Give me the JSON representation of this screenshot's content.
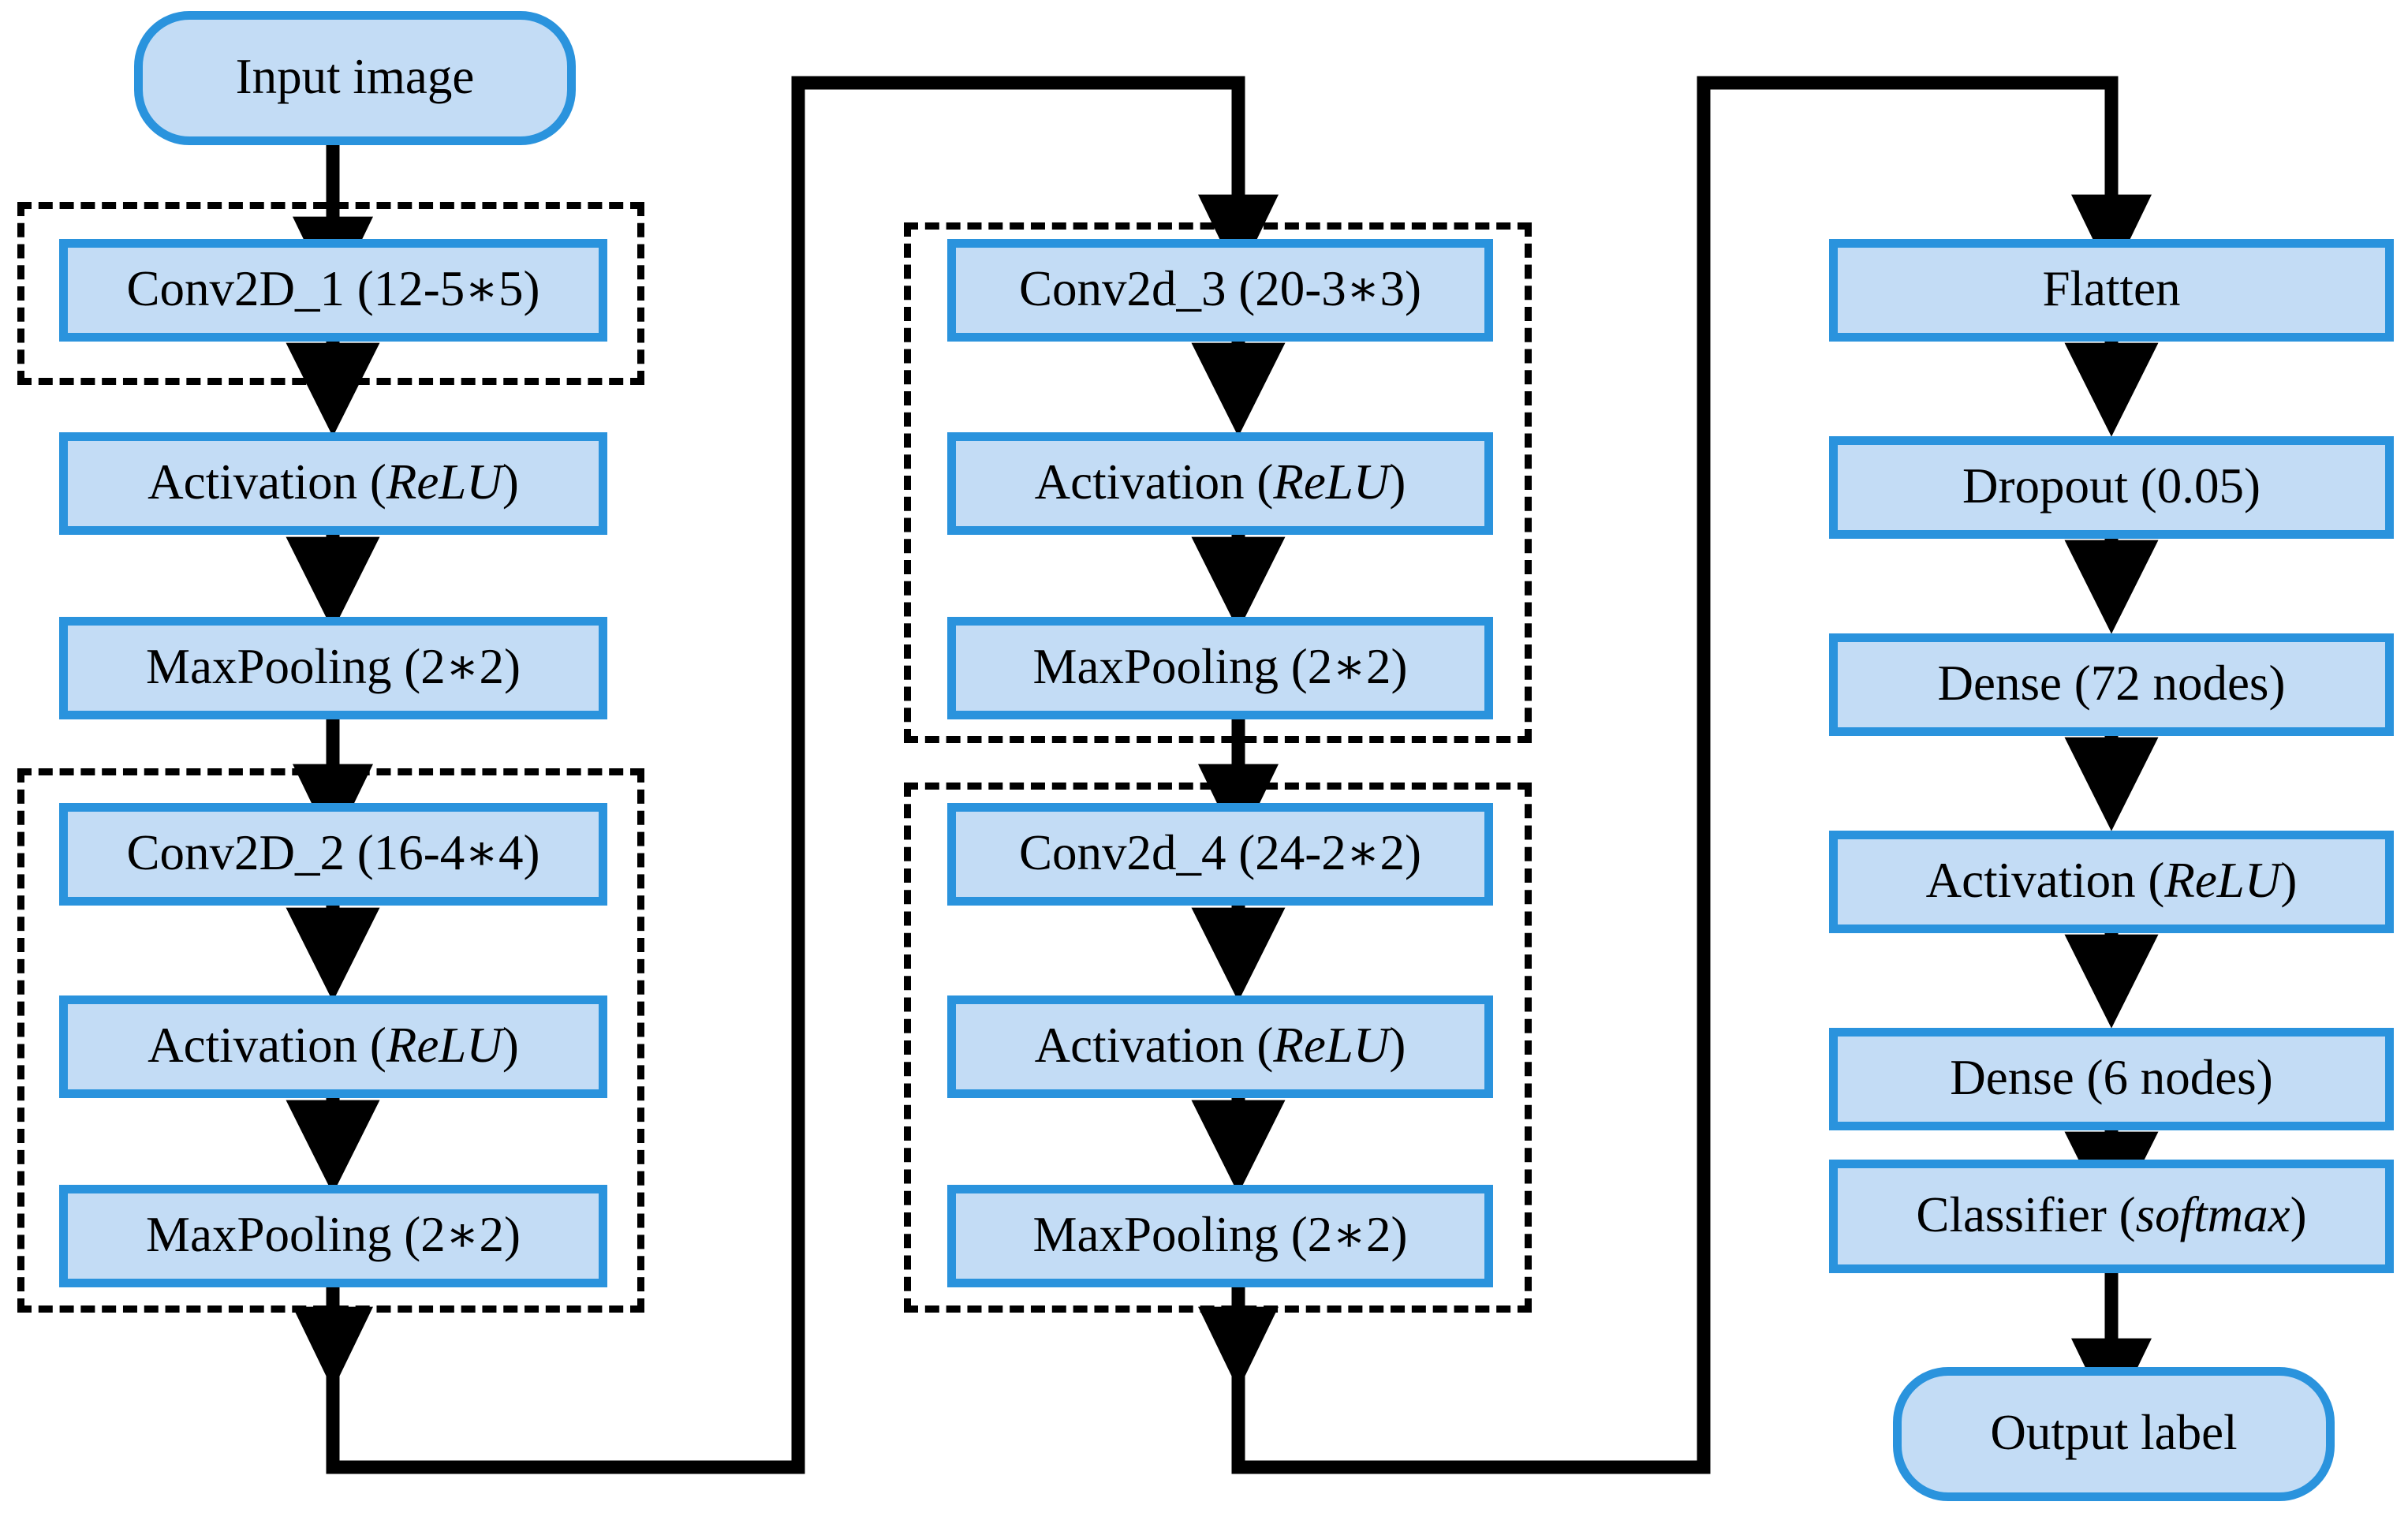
{
  "diagram": {
    "title": "CNN architecture flow diagram",
    "colors": {
      "node_fill": "#c3dcf5",
      "node_border": "#2a93dd",
      "wire": "#000000",
      "group_border": "#000000",
      "background": "#ffffff"
    },
    "terminals": {
      "input": "Input image",
      "output": "Output label"
    },
    "columns": [
      {
        "name": "column-1",
        "groups": [
          {
            "name": "conv-block-1",
            "dashed": true,
            "nodes": [
              {
                "text": "Conv2D_1 (12-5∗5)",
                "plain": "Conv2D_1 (12-5",
                "italic": "",
                "tail": ""
              },
              {
                "text": "Activation (ReLU)",
                "plain": "Activation (",
                "italic": "ReLU",
                "tail": ")"
              },
              {
                "text": "MaxPooling (2∗2)",
                "plain": "MaxPooling (2",
                "italic": "",
                "tail": ""
              }
            ]
          },
          {
            "name": "conv-block-2",
            "dashed": true,
            "nodes": [
              {
                "text": "Conv2D_2 (16-4∗4)",
                "plain": "",
                "italic": "",
                "tail": ""
              },
              {
                "text": "Activation (ReLU)",
                "plain": "Activation (",
                "italic": "ReLU",
                "tail": ")"
              },
              {
                "text": "MaxPooling (2∗2)",
                "plain": "",
                "italic": "",
                "tail": ""
              }
            ]
          }
        ]
      },
      {
        "name": "column-2",
        "groups": [
          {
            "name": "conv-block-3",
            "dashed": true,
            "nodes": [
              {
                "text": "Conv2d_3 (20-3∗3)",
                "plain": "",
                "italic": "",
                "tail": ""
              },
              {
                "text": "Activation (ReLU)",
                "plain": "Activation (",
                "italic": "ReLU",
                "tail": ")"
              },
              {
                "text": "MaxPooling (2∗2)",
                "plain": "",
                "italic": "",
                "tail": ""
              }
            ]
          },
          {
            "name": "conv-block-4",
            "dashed": true,
            "nodes": [
              {
                "text": "Conv2d_4 (24-2∗2)",
                "plain": "",
                "italic": "",
                "tail": ""
              },
              {
                "text": "Activation (ReLU)",
                "plain": "Activation (",
                "italic": "ReLU",
                "tail": ")"
              },
              {
                "text": "MaxPooling (2∗2)",
                "plain": "",
                "italic": "",
                "tail": ""
              }
            ]
          }
        ]
      },
      {
        "name": "column-3",
        "groups": [
          {
            "name": "classifier-head",
            "dashed": false,
            "nodes": [
              {
                "text": "Flatten",
                "plain": "",
                "italic": "",
                "tail": ""
              },
              {
                "text": "Dropout (0.05)",
                "plain": "",
                "italic": "",
                "tail": ""
              },
              {
                "text": "Dense (72 nodes)",
                "plain": "",
                "italic": "",
                "tail": ""
              },
              {
                "text": "Activation (ReLU)",
                "plain": "Activation (",
                "italic": "ReLU",
                "tail": ")"
              },
              {
                "text": "Dense (6 nodes)",
                "plain": "",
                "italic": "",
                "tail": ""
              },
              {
                "text": "Classifier (softmax)",
                "plain": "Classifier (",
                "italic": "softmax",
                "tail": ")"
              }
            ]
          }
        ]
      }
    ],
    "nodes": {
      "input_image": "Input image",
      "conv2d_1": "Conv2D_1 (12-5∗5)",
      "activation_1_pre": "Activation (",
      "activation_1_it": "ReLU",
      "activation_1_post": ")",
      "maxpool_1": "MaxPooling (2∗2)",
      "conv2d_2": "Conv2D_2 (16-4∗4)",
      "activation_2_pre": "Activation (",
      "activation_2_it": "ReLU",
      "activation_2_post": ")",
      "maxpool_2": "MaxPooling (2∗2)",
      "conv2d_3": "Conv2d_3 (20-3∗3)",
      "activation_3_pre": "Activation (",
      "activation_3_it": "ReLU",
      "activation_3_post": ")",
      "maxpool_3": "MaxPooling (2∗2)",
      "conv2d_4": "Conv2d_4 (24-2∗2)",
      "activation_4_pre": "Activation (",
      "activation_4_it": "ReLU",
      "activation_4_post": ")",
      "maxpool_4": "MaxPooling (2∗2)",
      "flatten": "Flatten",
      "dropout": "Dropout (0.05)",
      "dense_72": "Dense (72 nodes)",
      "activation_5_pre": "Activation (",
      "activation_5_it": "ReLU",
      "activation_5_post": ")",
      "dense_6": "Dense (6 nodes)",
      "classifier_pre": "Classifier (",
      "classifier_it": "softmax",
      "classifier_post": ")",
      "output_label": "Output label"
    }
  }
}
